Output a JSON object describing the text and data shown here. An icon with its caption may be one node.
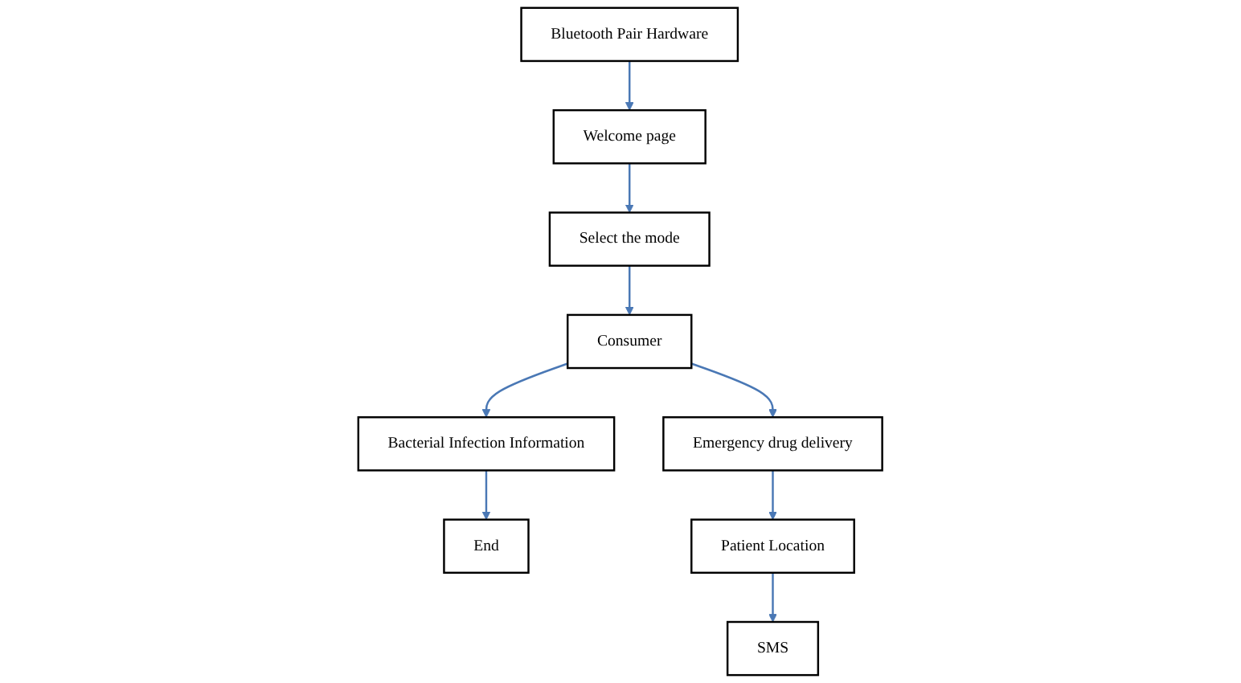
{
  "diagram": {
    "nodes": [
      {
        "text": [
          "Bluetooth Pair Hardware"
        ]
      },
      {
        "text": [
          "Welcome page"
        ]
      },
      {
        "text": [
          "Select the mode"
        ]
      },
      {
        "text": [
          "Consumer"
        ]
      },
      {
        "text": [
          "Bacterial Infection Information"
        ]
      },
      {
        "text": [
          "End"
        ]
      },
      {
        "text": [
          "Emergency drug delivery"
        ]
      },
      {
        "text": [
          "Patient Location"
        ]
      },
      {
        "text": [
          "SMS"
        ]
      }
    ],
    "edges": [
      {
        "from": 0,
        "to": 1,
        "arrow": "to"
      },
      {
        "from": 1,
        "to": 2,
        "arrow": "to"
      },
      {
        "from": 2,
        "to": 3,
        "arrow": "to"
      },
      {
        "from": 3,
        "to": 4,
        "arrow": "to"
      },
      {
        "from": 4,
        "to": 5,
        "arrow": "to"
      },
      {
        "from": 3,
        "to": 6,
        "arrow": "to"
      },
      {
        "from": 6,
        "to": 7,
        "arrow": "to"
      },
      {
        "from": 7,
        "to": 8,
        "arrow": "to"
      }
    ]
  }
}
